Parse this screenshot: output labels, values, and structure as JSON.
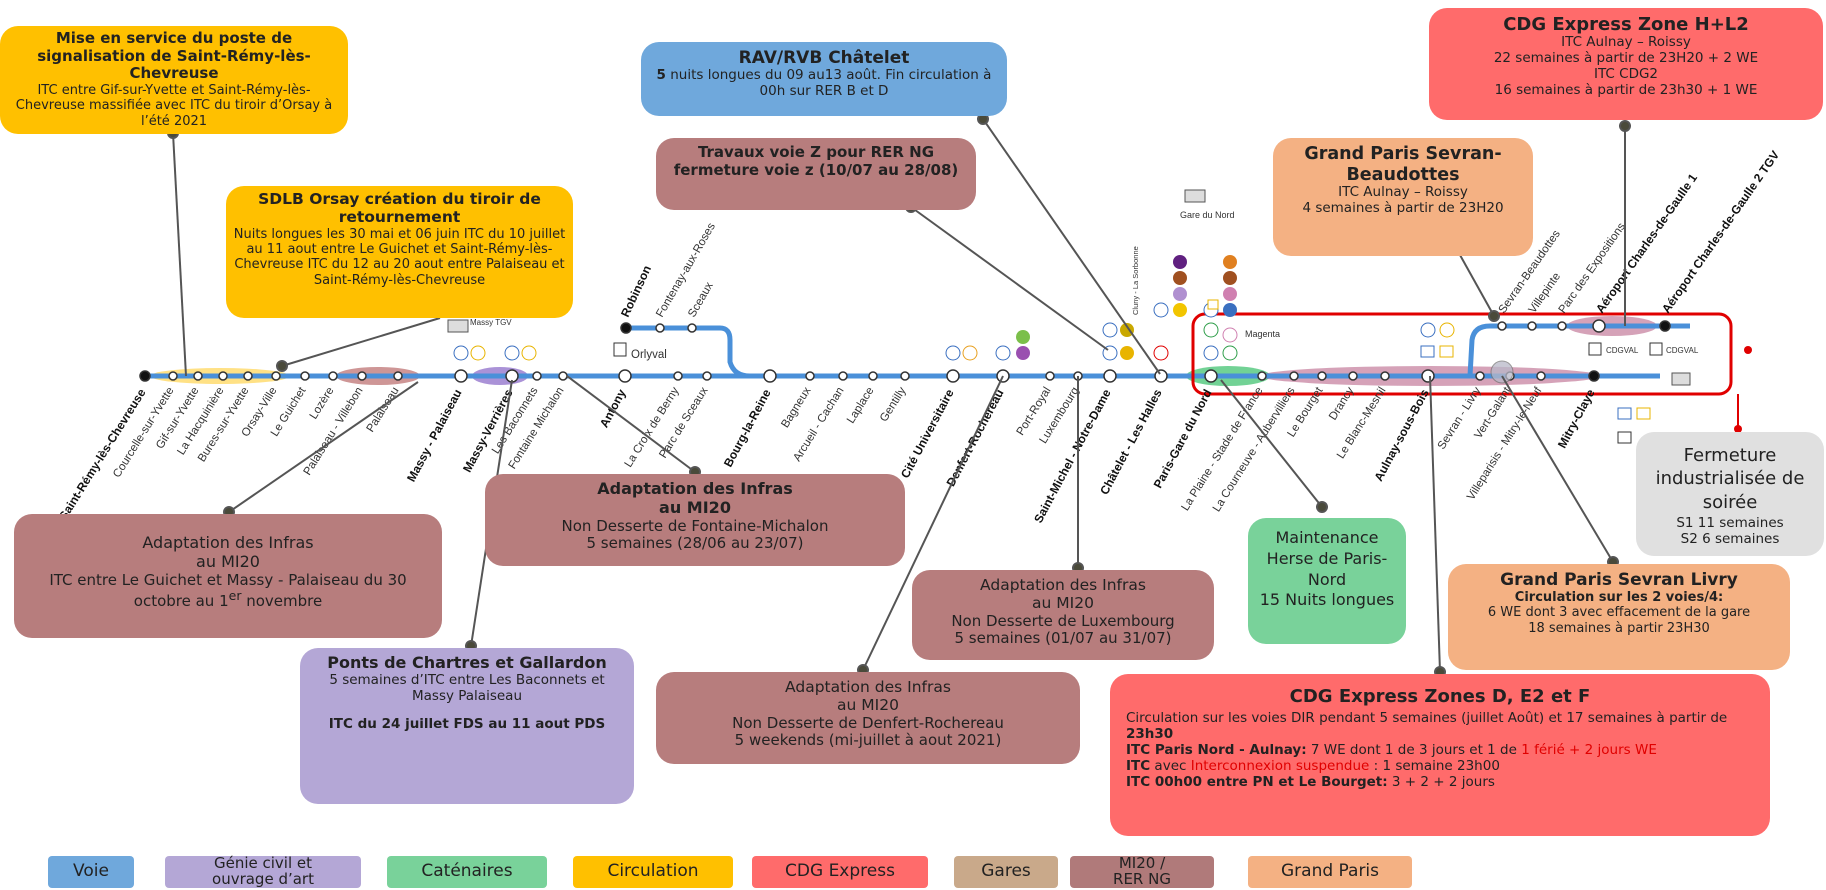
{
  "colors": {
    "voie": "#6fa8dc",
    "genie": "#b4a7d6",
    "catenaires": "#79d29a",
    "circulation": "#ffc000",
    "cdg": "#ff6b6b",
    "gares": "#c9a98a",
    "mi20": "#b07a7a",
    "grandparis": "#f4b183",
    "fermeture": "#dddddd",
    "line": "#4a90d9"
  },
  "boxes": {
    "mise_service": {
      "title": "Mise en service du poste de signalisation de Saint-Rémy-lès-Chevreuse",
      "body": "ITC entre Gif-sur-Yvette et Saint-Rémy-lès-Chevreuse massifiée avec ITC du tiroir d’Orsay à l’été 2021"
    },
    "sdlb": {
      "title": "SDLB Orsay création du tiroir de retournement",
      "body": "Nuits longues les 30 mai et 06 juin ITC du 10 juillet au 11 aout entre Le Guichet et Saint-Rémy-lès-Chevreuse ITC du 12 au 20 aout entre Palaiseau et Saint-Rémy-lès-Chevreuse"
    },
    "rav": {
      "title": "RAV/RVB Châtelet",
      "body_bold": "5",
      "body": " nuits longues du 09 au13 août. Fin circulation à 00h sur RER B et D"
    },
    "travaux_z": {
      "title": "Travaux voie Z pour RER NG fermeture voie z (10/07 au 28/08)"
    },
    "cdg_h": {
      "title": "CDG Express Zone H+L2",
      "line1": "ITC Aulnay – Roissy",
      "line2": "22 semaines à partir de 23H20 + 2 WE",
      "line3": "ITC CDG2",
      "line4": "16 semaines à partir de 23h30 + 1 WE"
    },
    "gp_beaudottes": {
      "title": "Grand Paris Sevran-Beaudottes",
      "line1": "ITC Aulnay – Roissy",
      "line2": "4 semaines à partir de 23H20"
    },
    "fermeture": {
      "title": "Fermeture industrialisée de soirée",
      "line1": "S1 11 semaines",
      "line2": "S2 6 semaines"
    },
    "adapt_left": {
      "title1": "Adaptation des Infras",
      "title2": "au MI20",
      "body": "ITC entre Le Guichet et Massy - Palaiseau du 30 octobre au 1",
      "sup": "er",
      "body_end": " novembre"
    },
    "adapt_fontaine": {
      "title1": "Adaptation des Infras",
      "title2": "au MI20",
      "line1": "Non Desserte de Fontaine-Michalon",
      "line2": "5 semaines (28/06 au 23/07)"
    },
    "adapt_lux": {
      "title1": "Adaptation des Infras",
      "title2": "au MI20",
      "line1": "Non Desserte de Luxembourg",
      "line2": "5 semaines (01/07 au 31/07)"
    },
    "adapt_denfert": {
      "title1": "Adaptation des Infras",
      "title2": "au MI20",
      "line1": "Non Desserte de Denfert-Rochereau",
      "line2": "5 weekends (mi-juillet à aout 2021)"
    },
    "maintenance": {
      "title": "Maintenance Herse de Paris-Nord",
      "line1": "15 Nuits longues"
    },
    "gp_livry": {
      "title": "Grand Paris Sevran Livry",
      "line1": "Circulation sur les 2 voies/4:",
      "line2": "6 WE dont 3 avec effacement de la gare",
      "line3": "18 semaines à partir 23H30"
    },
    "ponts": {
      "title": "Ponts de Chartres et Gallardon",
      "line1": "5 semaines d’ITC entre Les Baconnets et Massy Palaiseau",
      "line2": "ITC du 24 juillet FDS au 11 aout PDS"
    },
    "cdg_d": {
      "title": "CDG Express Zones D, E2 et F",
      "l1": "Circulation sur les voies DIR pendant 5 semaines  (juillet Août) et 17 semaines à partir de ",
      "l1b": "23h30",
      "l2a": "ITC Paris Nord - Aulnay:",
      "l2b": " 7 WE dont 1 de 3 jours et 1 de ",
      "l2c": "1 férié + 2 jours WE",
      "l3a": "ITC",
      "l3b": " avec ",
      "l3c": "Interconnexion suspendue",
      "l3d": " : 1 semaine 23h00",
      "l4a": "ITC 00h00 entre PN et Le Bourget:",
      "l4b": " 3 + 2 + 2 jours"
    }
  },
  "stations": {
    "saint_remy": "Saint-Rémy-lès-Chevreuse",
    "courcelle": "Courcelle-sur-Yvette",
    "gif": "Gif-sur-Yvette",
    "hacquiniere": "La Hacquinière",
    "bures": "Bures-sur-Yvette",
    "orsay": "Orsay-Ville",
    "guichet": "Le Guichet",
    "lozere": "Lozère",
    "villebon": "Palaiseau - Villebon",
    "palaiseau": "Palaiseau",
    "massy_pal": "Massy - Palaiseau",
    "massy_ver": "Massy-Verrières",
    "baconnets": "Les Baconnets",
    "fontaine": "Fontaine Michalon",
    "antony": "Antony",
    "croix": "La Croix de Berny",
    "parc_sceaux": "Parc de Sceaux",
    "bourg": "Bourg-la-Reine",
    "bagneux": "Bagneux",
    "arcueil": "Arcueil - Cachan",
    "laplace": "Laplace",
    "gentilly": "Gentilly",
    "cite": "Cité Universitaire",
    "denfert": "Denfert-Rochereau",
    "port_royal": "Port-Royal",
    "luxembourg": "Luxembourg",
    "st_michel": "Saint-Michel - Notre-Dame",
    "chatelet": "Châtelet - Les Halles",
    "gare_nord": "Paris-Gare du Nord",
    "plaine": "La Plaine - Stade de France",
    "courneuve": "La Courneuve - Aubervilliers",
    "bourget": "Le Bourget",
    "drancy": "Drancy",
    "blanc_mesnil": "Le Blanc-Mesnil",
    "aulnay": "Aulnay-sous-Bois",
    "sevran_livry": "Sevran - Livry",
    "vert_galant": "Vert-Galant",
    "villeparisis": "Villeparisis - Mitry-le-Neuf",
    "mitry": "Mitry-Claye",
    "sevran_beaud": "Sevran-Beaudottes",
    "villepinte": "Villepinte",
    "parc_expo": "Parc des Expositions",
    "cdg1": "Aéroport Charles-de-Gaulle 1",
    "cdg2": "Aéroport Charles-de-Gaulle 2 TGV",
    "robinson": "Robinson",
    "fontenay": "Fontenay-aux-Roses",
    "sceaux": "Sceaux",
    "orlyval": "Orlyval",
    "massy_tgv": "Massy TGV",
    "gare_du_nord_lbl": "Gare du Nord",
    "magenta": "Magenta",
    "cdgval": "CDGVAL",
    "orly_sorbonne": "Cluny - La Sorbonne"
  },
  "legend": {
    "voie": "Voie",
    "genie_1": "Génie civil et",
    "genie_2": "ouvrage d’art",
    "catenaires": "Caténaires",
    "circulation": "Circulation",
    "cdg": "CDG Express",
    "gares": "Gares",
    "mi20_1": "MI20 /",
    "mi20_2": "RER NG",
    "grandparis": "Grand Paris"
  }
}
